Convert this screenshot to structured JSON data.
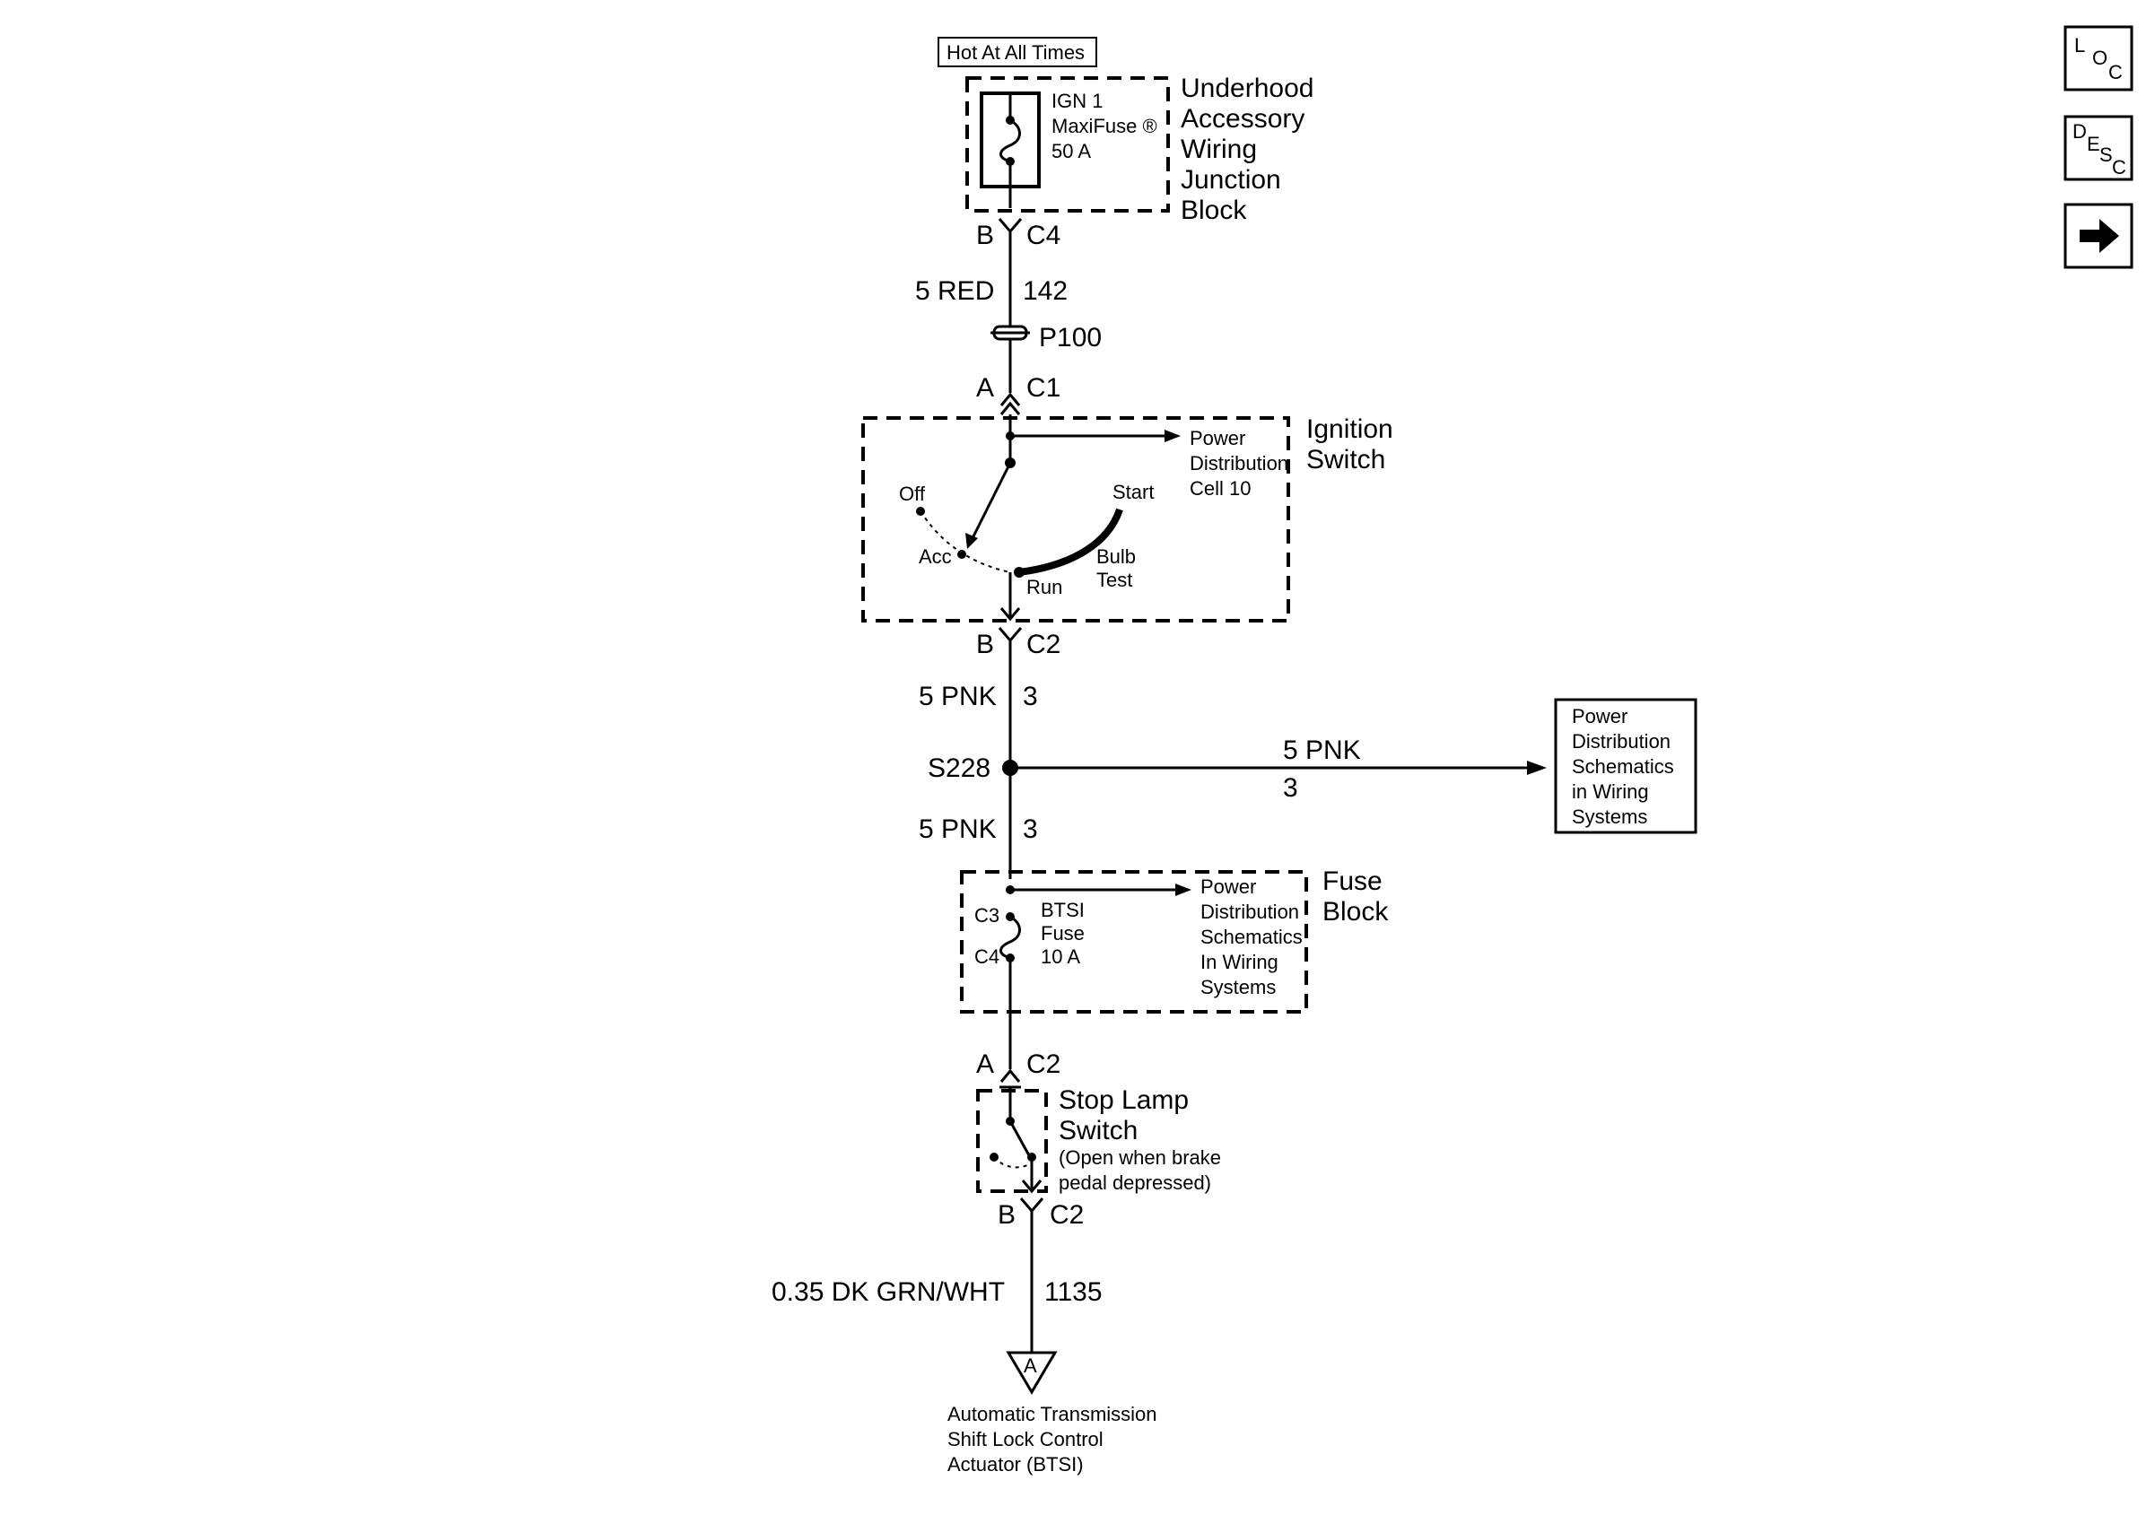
{
  "hot_label": "Hot At All Times",
  "underhood": {
    "title": [
      "Underhood",
      "Accessory",
      "Wiring",
      "Junction",
      "Block"
    ],
    "fuse_lines": [
      "IGN 1",
      "MaxiFuse ®",
      "50 A"
    ]
  },
  "conn_top": {
    "pin": "B",
    "conn": "C4"
  },
  "wire_142": {
    "gauge": "5 RED",
    "circuit": "142"
  },
  "splice_p100": "P100",
  "conn_c1": {
    "pin": "A",
    "conn": "C1"
  },
  "ignition": {
    "title": [
      "Ignition",
      "Switch"
    ],
    "feed_lines": [
      "Power",
      "Distribution",
      "Cell 10"
    ],
    "positions": {
      "off": "Off",
      "acc": "Acc",
      "run": "Run",
      "start": "Start",
      "bulb": [
        "Bulb",
        "Test"
      ]
    }
  },
  "conn_ign_out": {
    "pin": "B",
    "conn": "C2"
  },
  "wire_3_upper": {
    "gauge": "5 PNK",
    "circuit": "3"
  },
  "splice_s228": "S228",
  "branch": {
    "gauge": "5 PNK",
    "circuit": "3"
  },
  "pd_box": [
    "Power",
    "Distribution",
    "Schematics",
    "in Wiring",
    "Systems"
  ],
  "wire_3_lower": {
    "gauge": "5 PNK",
    "circuit": "3"
  },
  "fuse_block": {
    "title": [
      "Fuse",
      "Block"
    ],
    "c3": "C3",
    "c4": "C4",
    "fuse_lines": [
      "BTSI",
      "Fuse",
      "10 A"
    ],
    "feed_lines": [
      "Power",
      "Distribution",
      "Schematics",
      "In Wiring",
      "Systems"
    ]
  },
  "conn_stop_in": {
    "pin": "A",
    "conn": "C2"
  },
  "stop_lamp": {
    "title": [
      "Stop Lamp",
      "Switch"
    ],
    "note": [
      "(Open when brake",
      "pedal depressed)"
    ]
  },
  "conn_stop_out": {
    "pin": "B",
    "conn": "C2"
  },
  "wire_1135": {
    "gauge": "0.35 DK GRN/WHT",
    "circuit": "1135"
  },
  "ground_ref": "A",
  "actuator": [
    "Automatic Transmission",
    "Shift Lock Control",
    "Actuator (BTSI)"
  ],
  "nav": {
    "loc": {
      "l": "L",
      "o": "O",
      "c": "C"
    },
    "desc": {
      "d": "D",
      "e": "E",
      "s": "S",
      "c": "C"
    },
    "next_icon": "right-arrow-icon"
  }
}
